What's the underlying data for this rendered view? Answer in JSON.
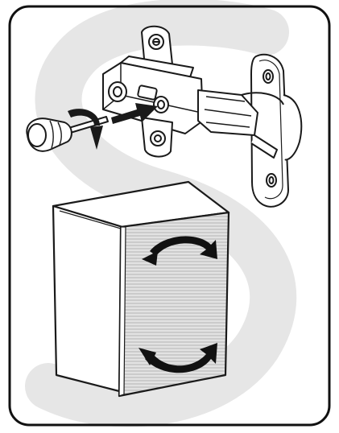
{
  "illustration": {
    "frame": {
      "stroke_color": "#111111",
      "background": "#ffffff"
    },
    "watermark": {
      "shape": "large-light-grey-letter-s",
      "color": "#e6e6e6"
    },
    "hinge": {
      "icon": "concealed-cabinet-hinge",
      "color": "#ffffff",
      "stroke_color": "#1a1a1a"
    },
    "screwdriver": {
      "icon": "screwdriver-icon"
    },
    "insert_arrow": {
      "icon": "arrow-right-icon",
      "direction": "toward-adjustment-screw"
    },
    "rotate_arrow": {
      "icon": "rotate-clockwise-icon"
    },
    "cabinet": {
      "icon": "cabinet-with-door",
      "door_shading": "#bdbdbd",
      "body_color": "#ffffff"
    },
    "door_adjust_arrows": [
      {
        "icon": "curved-double-arrow-icon",
        "position": "upper-door"
      },
      {
        "icon": "curved-double-arrow-icon",
        "position": "lower-door"
      }
    ]
  }
}
